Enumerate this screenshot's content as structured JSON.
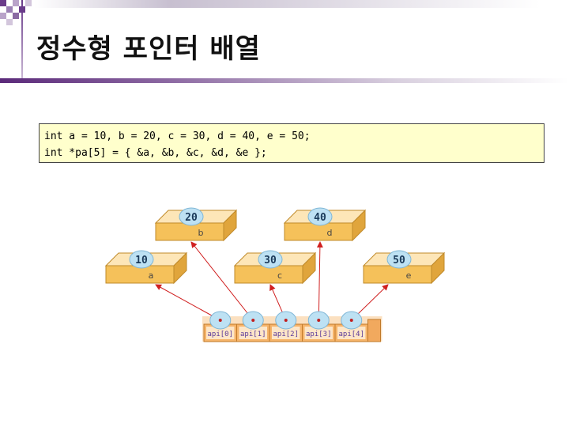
{
  "slide": {
    "title": "정수형 포인터 배열"
  },
  "code": {
    "lines": [
      "int a = 10, b = 20, c = 30, d = 40, e = 50;",
      "int *pa[5] = { &a, &b, &c, &d, &e };"
    ]
  },
  "diagram": {
    "boxes": [
      {
        "value": "20",
        "name": "b"
      },
      {
        "value": "40",
        "name": "d"
      },
      {
        "value": "10",
        "name": "a"
      },
      {
        "value": "30",
        "name": "c"
      },
      {
        "value": "50",
        "name": "e"
      }
    ],
    "cells": [
      "api[0]",
      "api[1]",
      "api[2]",
      "api[3]",
      "api[4]"
    ],
    "colors": {
      "box_face": "#f5c15a",
      "box_top": "#fde6b8",
      "bubble": "#bde1f3",
      "cell": "#f6b46a",
      "arrow": "#d02020",
      "label_text": "#5b3a9a"
    }
  }
}
